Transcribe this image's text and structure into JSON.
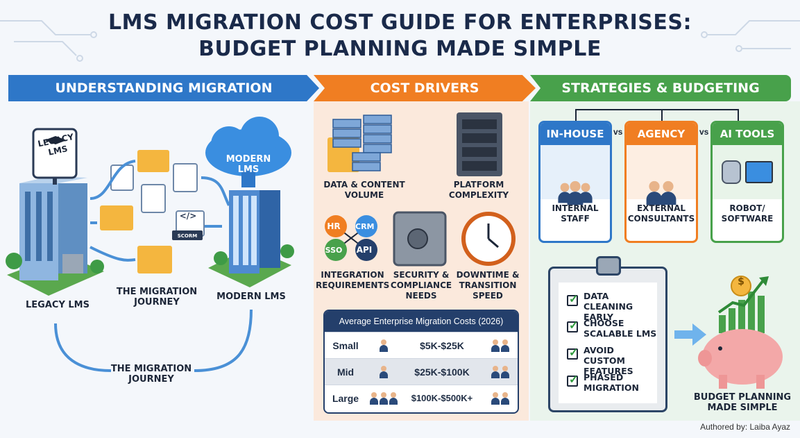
{
  "title": {
    "line1": "LMS MIGRATION COST GUIDE FOR ENTERPRISES:",
    "line2": "BUDGET PLANNING MADE SIMPLE"
  },
  "sections": [
    {
      "label": "UNDERSTANDING MIGRATION",
      "color": "#2e77c8"
    },
    {
      "label": "COST DRIVERS",
      "color": "#f07e22"
    },
    {
      "label": "STRATEGIES & BUDGETING",
      "color": "#48a14b"
    }
  ],
  "migration": {
    "legacy_sign": "LEGACY\nLMS",
    "legacy_label": "LEGACY LMS",
    "cloud_label": "MODERN\nLMS",
    "modern_label": "MODERN LMS",
    "journey_top": "THE MIGRATION\nJOURNEY",
    "journey_bottom": "THE MIGRATION\nJOURNEY",
    "scorm_badge": "SCORM",
    "code_glyph": "</>"
  },
  "cost_drivers": [
    {
      "label": "DATA & CONTENT\nVOLUME",
      "icon": "database-icon"
    },
    {
      "label": "PLATFORM\nCOMPLEXITY",
      "icon": "server-icon"
    },
    {
      "label": "INTEGRATION\nREQUIREMENTS",
      "icon": "integration-icon"
    },
    {
      "label": "SECURITY &\nCOMPLIANCE\nNEEDS",
      "icon": "safe-icon"
    },
    {
      "label": "DOWNTIME &\nTRANSITION\nSPEED",
      "icon": "clock-icon"
    }
  ],
  "integrations": [
    "HR",
    "CRM",
    "SSO",
    "API"
  ],
  "cost_table": {
    "header": "Average Enterprise Migration Costs (2026)",
    "rows": [
      {
        "size": "Small",
        "range": "$5K-$25K"
      },
      {
        "size": "Mid",
        "range": "$25K-$100K"
      },
      {
        "size": "Large",
        "range": "$100K-$500K+"
      }
    ]
  },
  "strategies": [
    {
      "head": "IN-HOUSE",
      "label": "INTERNAL\nSTAFF",
      "color": "#2e77c8"
    },
    {
      "head": "AGENCY",
      "label": "EXTERNAL\nCONSULTANTS",
      "color": "#f07e22"
    },
    {
      "head": "AI TOOLS",
      "label": "ROBOT/\nSOFTWARE",
      "color": "#48a14b"
    }
  ],
  "vs_text": "vs",
  "checklist": [
    "DATA CLEANING\nEARLY",
    "CHOOSE\nSCALABLE LMS",
    "AVOID CUSTOM\nFEATURES",
    "PHASED\nMIGRATION"
  ],
  "piggy": {
    "label": "BUDGET PLANNING\nMADE SIMPLE",
    "coin": "$"
  },
  "author": "Authored by: Laiba Ayaz"
}
